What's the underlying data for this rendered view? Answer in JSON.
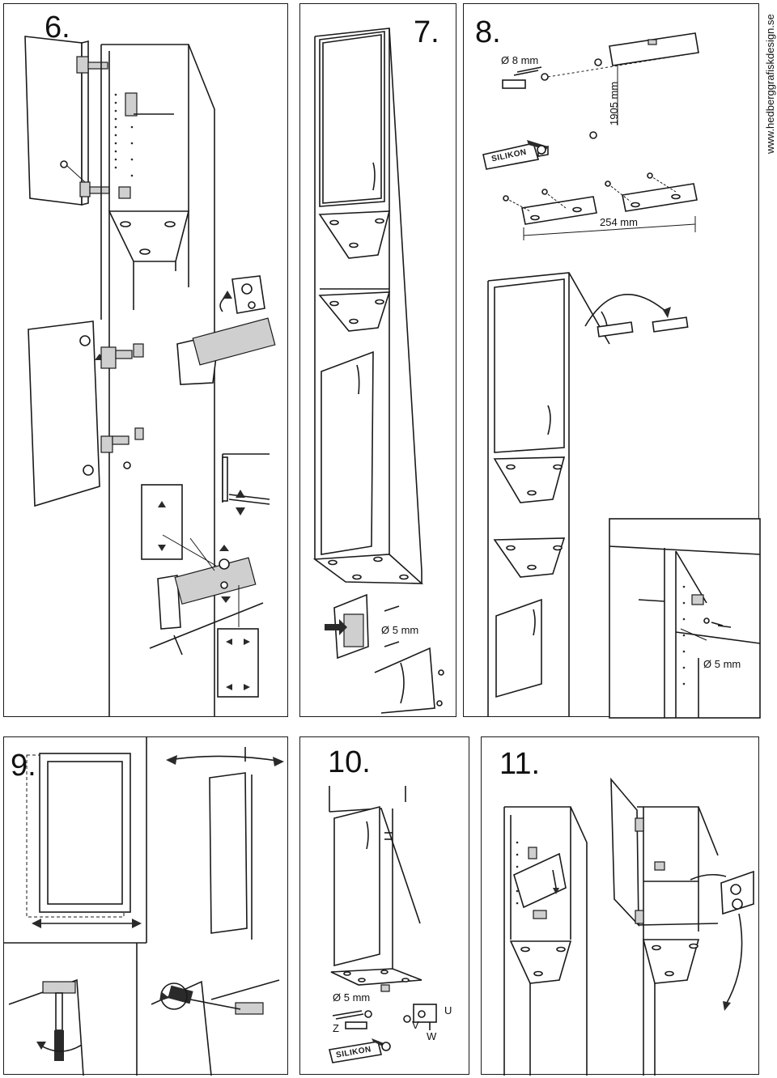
{
  "steps": {
    "s6": {
      "number": "6."
    },
    "s7": {
      "number": "7.",
      "drill_label": "Ø 5 mm"
    },
    "s8": {
      "number": "8.",
      "drill_top": "Ø 8 mm",
      "height_label": "1905 mm",
      "spacing_label": "254 mm",
      "drill_detail": "Ø 5 mm",
      "tube_label": "SILIKON"
    },
    "s9": {
      "number": "9."
    },
    "s10": {
      "number": "10.",
      "drill_label": "Ø 5 mm",
      "part_z": "Z",
      "part_v": "V",
      "part_w": "W",
      "part_u": "U",
      "tube_label": "SILIKON"
    },
    "s11": {
      "number": "11."
    }
  },
  "website": "www.hedberggrafiskdesign.se"
}
